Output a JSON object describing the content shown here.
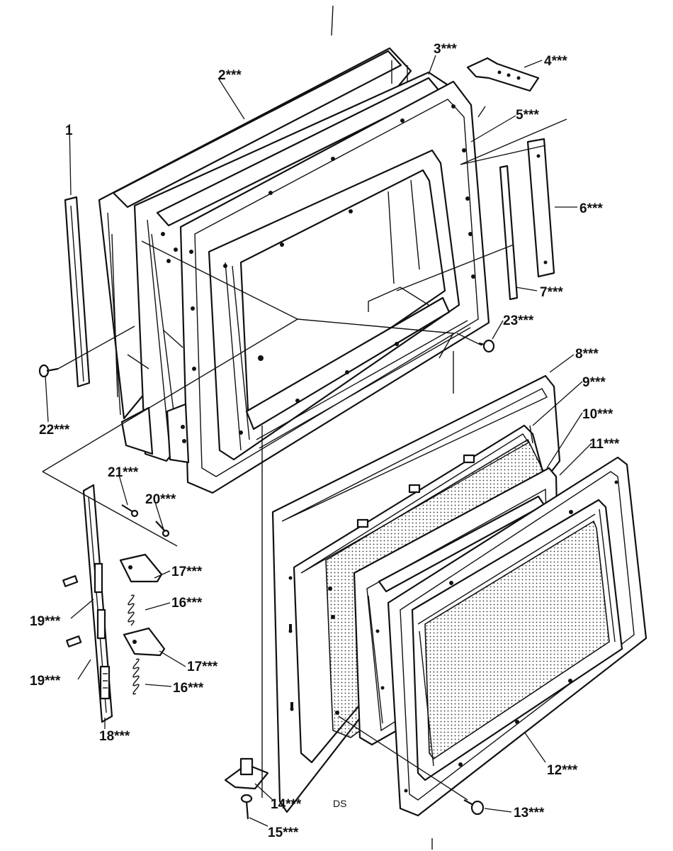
{
  "diagram": {
    "callouts": {
      "c1": "1",
      "c2": "2***",
      "c3": "3***",
      "c4": "4***",
      "c5": "5***",
      "c6": "6***",
      "c7": "7***",
      "c8": "8***",
      "c9": "9***",
      "c10": "10***",
      "c11": "11***",
      "c12": "12***",
      "c13": "13***",
      "c14": "14***",
      "c15": "15***",
      "c16a": "16***",
      "c16b": "16***",
      "c17a": "17***",
      "c17b": "17***",
      "c18": "18***",
      "c19a": "19***",
      "c19b": "19***",
      "c20": "20***",
      "c21": "21***",
      "c22": "22***",
      "c23": "23***"
    },
    "drawing_code": "DS"
  }
}
